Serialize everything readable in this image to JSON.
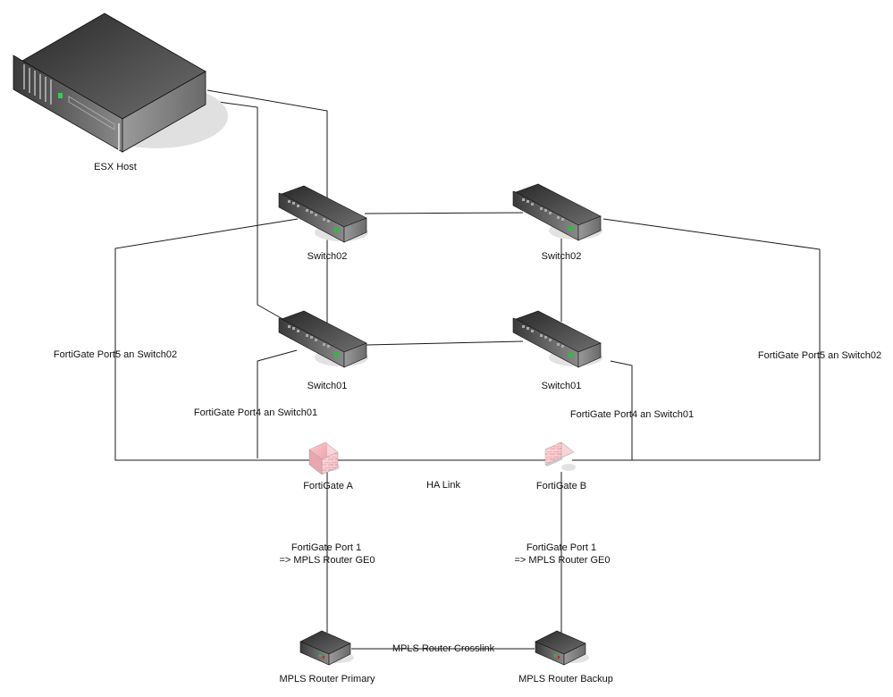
{
  "diagram": {
    "title": "FortiGate HA Network Topology",
    "nodes": {
      "esx_host": {
        "label": "ESX Host",
        "type": "server"
      },
      "switch02_a": {
        "label": "Switch02",
        "type": "switch"
      },
      "switch02_b": {
        "label": "Switch02",
        "type": "switch"
      },
      "switch01_a": {
        "label": "Switch01",
        "type": "switch"
      },
      "switch01_b": {
        "label": "Switch01",
        "type": "switch"
      },
      "fortigate_a": {
        "label": "FortiGate A",
        "type": "firewall"
      },
      "fortigate_b": {
        "label": "FortiGate B",
        "type": "firewall"
      },
      "mpls_primary": {
        "label": "MPLS Router Primary",
        "type": "router"
      },
      "mpls_backup": {
        "label": "MPLS Router Backup",
        "type": "router"
      }
    },
    "link_labels": {
      "port5_left": "FortiGate Port5 an Switch02",
      "port5_right": "FortiGate Port5 an Switch02",
      "port4_left": "FortiGate Port4 an Switch01",
      "port4_right": "FortiGate Port4 an Switch01",
      "ha_link": "HA Link",
      "port1_left_line1": "FortiGate Port 1",
      "port1_left_line2": "=> MPLS Router GE0",
      "port1_right_line1": "FortiGate Port 1",
      "port1_right_line2": "=> MPLS Router GE0",
      "crosslink": "MPLS Router Crosslink"
    },
    "links": [
      {
        "from": "esx_host",
        "to": "switch02_a"
      },
      {
        "from": "esx_host",
        "to": "switch01_a"
      },
      {
        "from": "switch02_a",
        "to": "switch02_b"
      },
      {
        "from": "switch01_a",
        "to": "switch01_b"
      },
      {
        "from": "switch02_a",
        "to": "switch01_a"
      },
      {
        "from": "switch02_b",
        "to": "switch01_b"
      },
      {
        "from": "fortigate_a",
        "to": "switch02_a",
        "label": "port5_left"
      },
      {
        "from": "fortigate_b",
        "to": "switch02_b",
        "label": "port5_right"
      },
      {
        "from": "fortigate_a",
        "to": "switch01_a",
        "label": "port4_left"
      },
      {
        "from": "fortigate_b",
        "to": "switch01_b",
        "label": "port4_right"
      },
      {
        "from": "fortigate_a",
        "to": "fortigate_b",
        "label": "ha_link"
      },
      {
        "from": "fortigate_a",
        "to": "mpls_primary",
        "label": "port1_left"
      },
      {
        "from": "fortigate_b",
        "to": "mpls_backup",
        "label": "port1_right"
      },
      {
        "from": "mpls_primary",
        "to": "mpls_backup",
        "label": "crosslink"
      }
    ],
    "colors": {
      "device_dark": "#2e2e2e",
      "device_mid": "#6a6a6a",
      "device_light": "#9a9a9a",
      "led_green": "#22c23a",
      "led_red": "#d02020",
      "firewall_pink": "#f2b8bf",
      "firewall_brick": "#e08a95",
      "shadow": "#dcdcdc",
      "line": "#1a1a1a"
    }
  }
}
